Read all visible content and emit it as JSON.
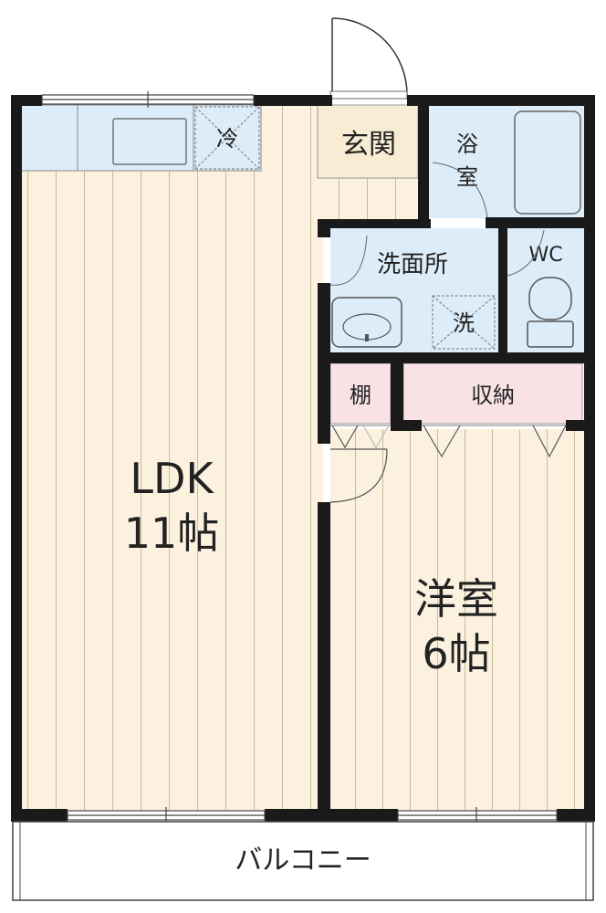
{
  "plan": {
    "rooms": {
      "ldk_name": "LDK",
      "ldk_size": "11帖",
      "western_name": "洋室",
      "western_size": "6帖",
      "entrance": "玄関",
      "bath_1": "浴",
      "bath_2": "室",
      "washroom": "洗面所",
      "wc": "WC",
      "shelf": "棚",
      "storage": "収納",
      "balcony": "バルコニー"
    },
    "fixtures": {
      "fridge": "冷",
      "washer": "洗"
    },
    "colors": {
      "wall": "#1a1a1a",
      "wood_floor": "#fbf1de",
      "wood_line": "#c9bb9c",
      "wet_area": "#dcedf9",
      "entrance": "#f8ecd4",
      "storage": "#f9e2e6"
    }
  }
}
